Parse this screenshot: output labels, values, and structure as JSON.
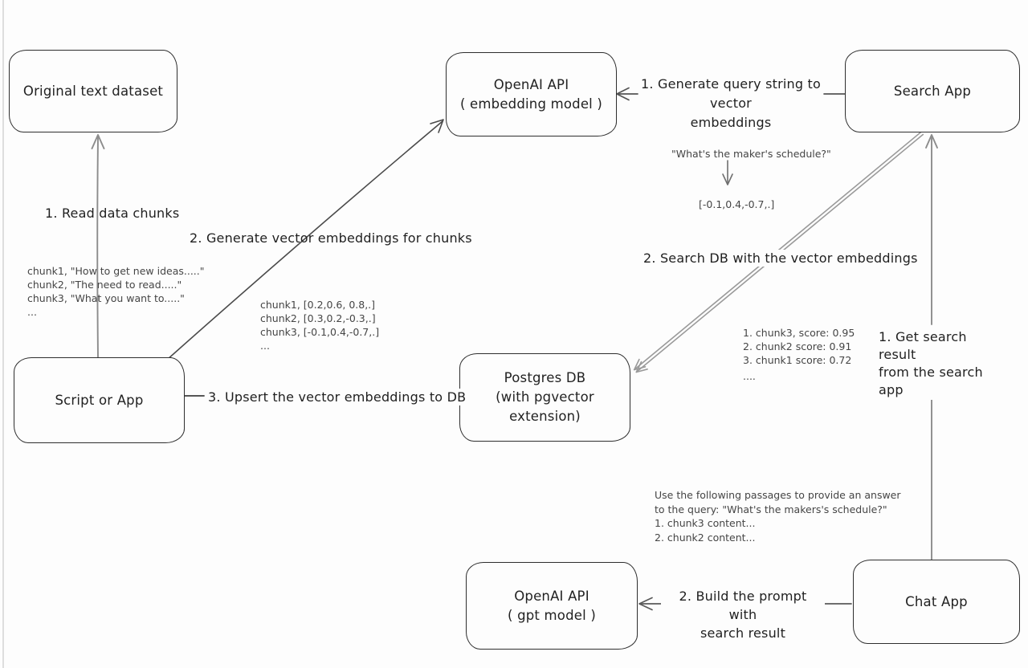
{
  "canvas": {
    "background": "#fdfdfd",
    "box_stroke": "#2e2e2e",
    "arrow_gray": "#8c8c8c",
    "arrow_dark": "#454545"
  },
  "nodes": {
    "original": {
      "label": "Original text dataset"
    },
    "embedding": {
      "title": "OpenAI API",
      "subtitle": "( embedding model )"
    },
    "search": {
      "label": "Search App"
    },
    "script": {
      "label": "Script or App"
    },
    "postgres": {
      "title": "Postgres DB",
      "subtitle": "(with pgvector extension)"
    },
    "gpt": {
      "title": "OpenAI API",
      "subtitle": "( gpt model )"
    },
    "chat": {
      "label": "Chat App"
    }
  },
  "labels": {
    "read_chunks": "1. Read data chunks",
    "generate_embeddings": "2. Generate vector embeddings for chunks",
    "upsert": "3. Upsert the vector embeddings  to DB",
    "query_to_vector_line1": "1. Generate query string to vector",
    "query_to_vector_line2": "embeddings",
    "search_db": "2. Search DB with the vector embeddings",
    "get_result_line1": "1. Get search result",
    "get_result_line2": "from the search app",
    "build_prompt_line1": "2. Build the prompt with",
    "build_prompt_line2": "search result"
  },
  "annotations": {
    "chunks": [
      "chunk1, \"How to get new ideas.....\"",
      "chunk2, \"The need to read.....\"",
      "chunk3, \"What you want to.....\"",
      "..."
    ],
    "vectors": [
      "chunk1, [0.2,0.6, 0.8,.]",
      "chunk2, [0.3,0.2,-0.3,.]",
      "chunk3, [-0.1,0.4,-0.7,.]",
      "..."
    ],
    "query": "\"What's the maker's schedule?\"",
    "query_vector": "[-0.1,0.4,-0.7,.]",
    "scores": [
      "1. chunk3, score: 0.95",
      "2. chunk2 score: 0.91",
      "3. chunk1 score: 0.72",
      "...."
    ],
    "prompt": [
      "Use the following passages to provide an answer",
      "to the query: \"What's the makers's schedule?\"",
      "1. chunk3 content...",
      "2. chunk2 content..."
    ]
  }
}
